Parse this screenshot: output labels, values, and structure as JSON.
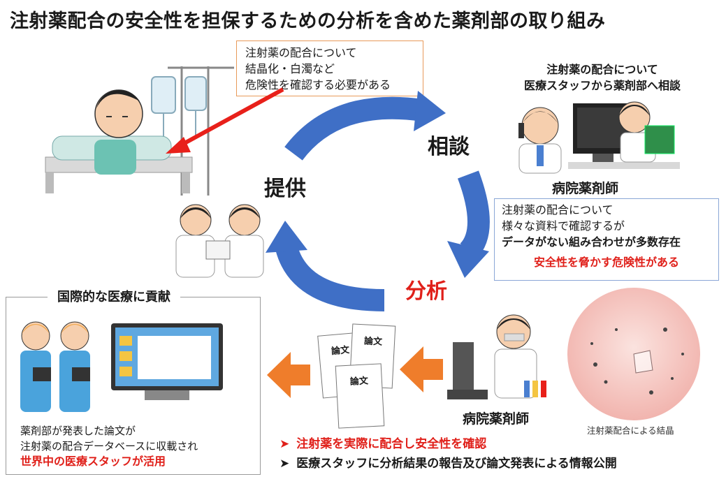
{
  "title": "注射薬配合の安全性を担保するための分析を含めた薬剤部の取り組み",
  "patient_note": {
    "line1": "注射薬の配合について",
    "line2": "結晶化・白濁など",
    "line3": "危険性を確認する必要がある"
  },
  "consult_caption": {
    "line1": "注射薬の配合について",
    "line2": "医療スタッフから薬剤部へ相談"
  },
  "cycle": {
    "consult": "相談",
    "provide": "提供",
    "analyze": "分析"
  },
  "pharmacist_label_top": "病院薬剤師",
  "pharmacist_label_bottom": "病院薬剤師",
  "analysis_note": {
    "line1": "注射薬の配合について",
    "line2": "様々な資料で確認するが",
    "line3": "データがない組み合わせが多数存在",
    "warning": "安全性を脅かす危険性がある"
  },
  "contribution": {
    "heading": "国際的な医療に貢献",
    "line1": "薬剤部が発表した論文が",
    "line2": "注射薬の配合データベースに収載され",
    "line3": "世界中の医療スタッフが活用"
  },
  "papers": [
    "論文",
    "論文",
    "論文"
  ],
  "crystal_caption": "注射薬配合による結晶",
  "bullets": [
    "注射薬を実際に配合し安全性を確認",
    "医療スタッフに分析結果の報告及び論文発表による情報公開"
  ],
  "colors": {
    "cycle_arrow": "#3f6fc6",
    "flow_arrow": "#ef7d2b",
    "pointer_arrow": "#e8201a",
    "warning_text": "#e0201a"
  }
}
